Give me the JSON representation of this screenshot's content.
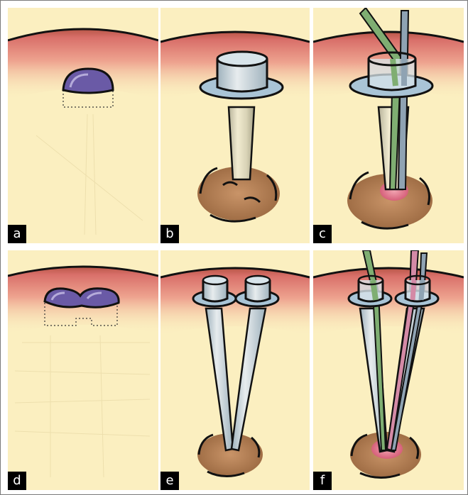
{
  "colors": {
    "tissue_fill": "#fbefc0",
    "skin_band": "#e7948a",
    "skin_deep": "#b85648",
    "trocar_blue": "#a9c4d6",
    "trocar_dark": "#6e93ab",
    "incision_purple": "#6a5aa6",
    "mass_brown": "#b98152",
    "target_pink": "#e27b8c",
    "instrument_green": "#7fae72",
    "instrument_pink": "#d48aa6",
    "instrument_gray": "#8fa3b3"
  },
  "panels": [
    {
      "id": "a",
      "label": "a"
    },
    {
      "id": "b",
      "label": "b"
    },
    {
      "id": "c",
      "label": "c"
    },
    {
      "id": "d",
      "label": "d"
    },
    {
      "id": "e",
      "label": "e"
    },
    {
      "id": "f",
      "label": "f"
    }
  ]
}
